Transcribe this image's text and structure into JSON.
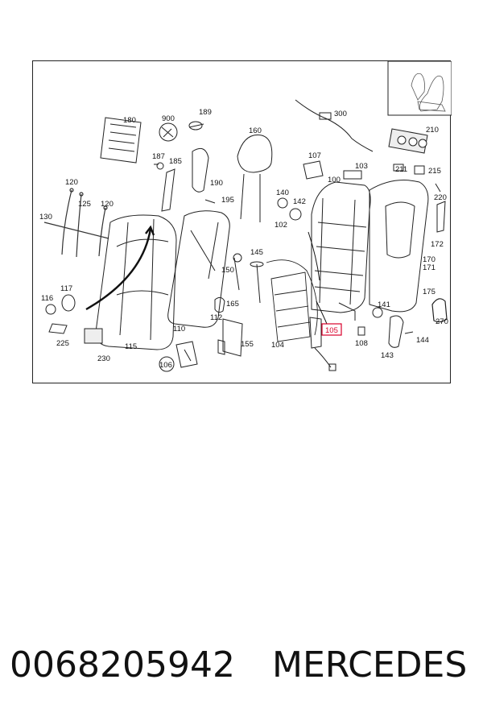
{
  "diagram": {
    "callouts": {
      "c180": "180",
      "c900": "900",
      "c189": "189",
      "c160": "160",
      "c300": "300",
      "c210": "210",
      "c187": "187",
      "c185": "185",
      "c190": "190",
      "c107": "107",
      "c103": "103",
      "c211": "211",
      "c215": "215",
      "c120a": "120",
      "c100": "100",
      "c220": "220",
      "c140": "140",
      "c142": "142",
      "c195": "195",
      "c125": "125",
      "c120b": "120",
      "c130": "130",
      "c102": "102",
      "c172": "172",
      "c145": "145",
      "c170": "170",
      "c171": "171",
      "c150": "150",
      "c175": "175",
      "c117": "117",
      "c116": "116",
      "c165": "165",
      "c141": "141",
      "c112": "112",
      "c270": "270",
      "c110": "110",
      "c105": "105",
      "c108": "108",
      "c144": "144",
      "c225": "225",
      "c155": "155",
      "c104": "104",
      "c143": "143",
      "c115": "115",
      "c230": "230",
      "c106": "106"
    },
    "highlight_color": "#d9002b"
  },
  "footer": {
    "part_number": "0068205942",
    "brand": "MERCEDES"
  }
}
